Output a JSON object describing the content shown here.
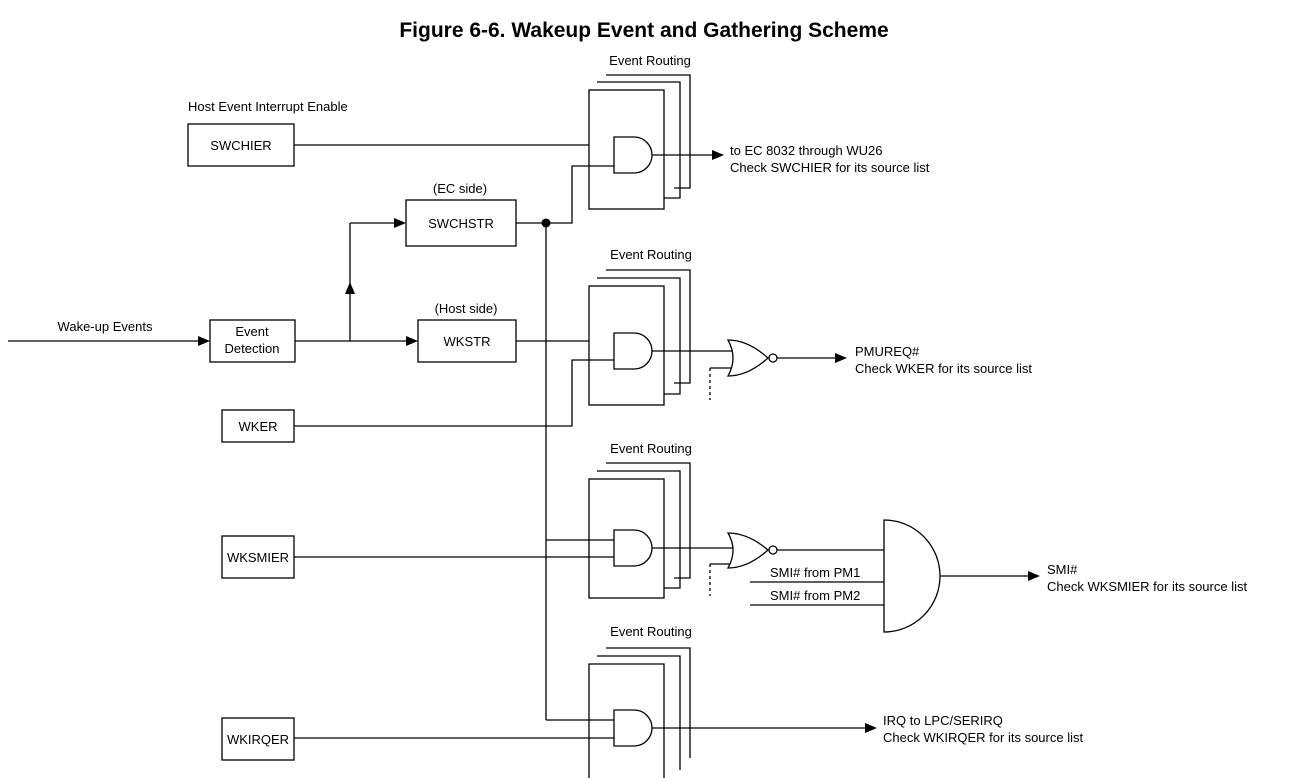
{
  "figure": {
    "title": "Figure 6-6. Wakeup Event and Gathering Scheme"
  },
  "inputs": {
    "wakeup_events": "Wake-up Events",
    "event_detection_line1": "Event",
    "event_detection_line2": "Detection"
  },
  "registers": {
    "host_event_interrupt_enable": "Host Event Interrupt Enable",
    "swchier": "SWCHIER",
    "ec_side": "(EC side)",
    "swchstr": "SWCHSTR",
    "host_side": "(Host side)",
    "wkstr": "WKSTR",
    "wker": "WKER",
    "wksmier": "WKSMIER",
    "wkirqer": "WKIRQER"
  },
  "routing": {
    "label": "Event Routing"
  },
  "outputs": {
    "ec_line1": "to EC 8032 through WU26",
    "ec_line2": "Check SWCHIER for its source list",
    "pmureq_line1": "PMUREQ#",
    "pmureq_line2": "Check WKER for its source list",
    "smi_from_pm1": "SMI# from PM1",
    "smi_from_pm2": "SMI# from PM2",
    "smi_line1": "SMI#",
    "smi_line2": "Check WKSMIER for its source list",
    "irq_line1": "IRQ to LPC/SERIRQ",
    "irq_line2": "Check WKIRQER for its source list"
  }
}
